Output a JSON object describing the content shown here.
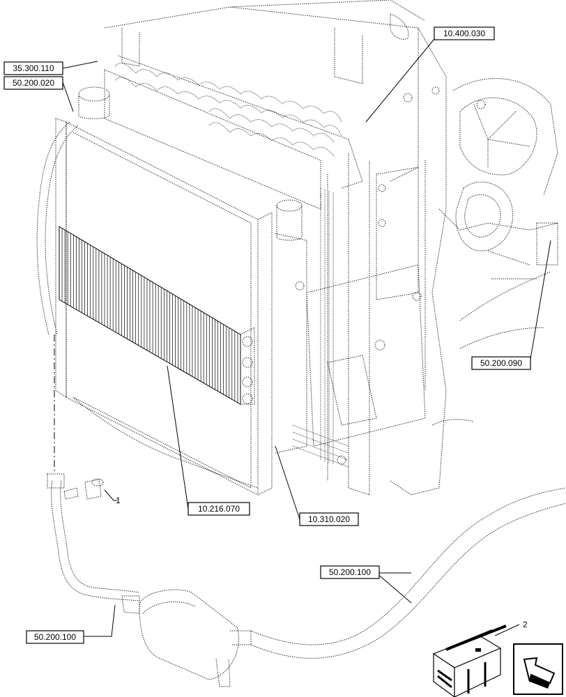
{
  "references": [
    {
      "id": "ref-10-400-030",
      "label": "10.400.030"
    },
    {
      "id": "ref-35-300-110",
      "label": "35.300.110"
    },
    {
      "id": "ref-50-200-020",
      "label": "50.200.020"
    },
    {
      "id": "ref-50-200-090",
      "label": "50.200.090"
    },
    {
      "id": "ref-10-216-070",
      "label": "10.216.070"
    },
    {
      "id": "ref-10-310-020",
      "label": "10.310.020"
    },
    {
      "id": "ref-50-200-100-a",
      "label": "50.200.100"
    },
    {
      "id": "ref-50-200-100-b",
      "label": "50.200.100"
    }
  ],
  "callouts": [
    {
      "id": "item-1",
      "label": "1"
    },
    {
      "id": "item-2",
      "label": "2"
    }
  ],
  "icons": {
    "kit_box": "kit-box-icon",
    "navigation_arrow": "navigation-arrow-icon"
  }
}
